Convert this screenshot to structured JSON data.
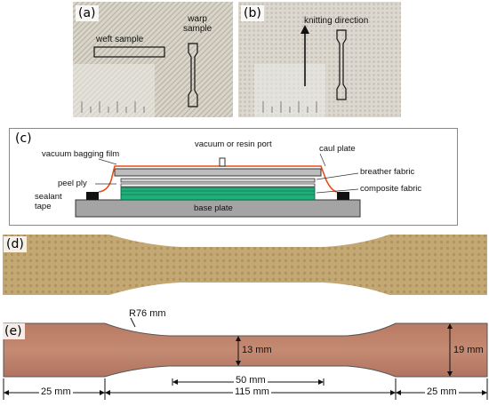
{
  "panel_a": {
    "tag": "(a)",
    "weft_label": "weft sample",
    "warp_label": "warp\nsample"
  },
  "panel_b": {
    "tag": "(b)",
    "direction_label": "knitting direction"
  },
  "panel_c": {
    "tag": "(c)",
    "vacuum_port": "vacuum or resin port",
    "vacuum_film": "vacuum bagging film",
    "caul_plate": "caul plate",
    "breather_fabric": "breather fabric",
    "peel_ply": "peel ply",
    "composite_fabric": "composite fabric",
    "sealant_tape": "sealant\ntape",
    "base_plate": "base plate"
  },
  "panel_d": {
    "tag": "(d)"
  },
  "panel_e": {
    "tag": "(e)",
    "radius": "R76 mm",
    "narrow_width": "13 mm",
    "wide_width": "19 mm",
    "gauge_length": "50 mm",
    "left_grip": "25 mm",
    "middle_length": "115 mm",
    "right_grip": "25 mm"
  }
}
